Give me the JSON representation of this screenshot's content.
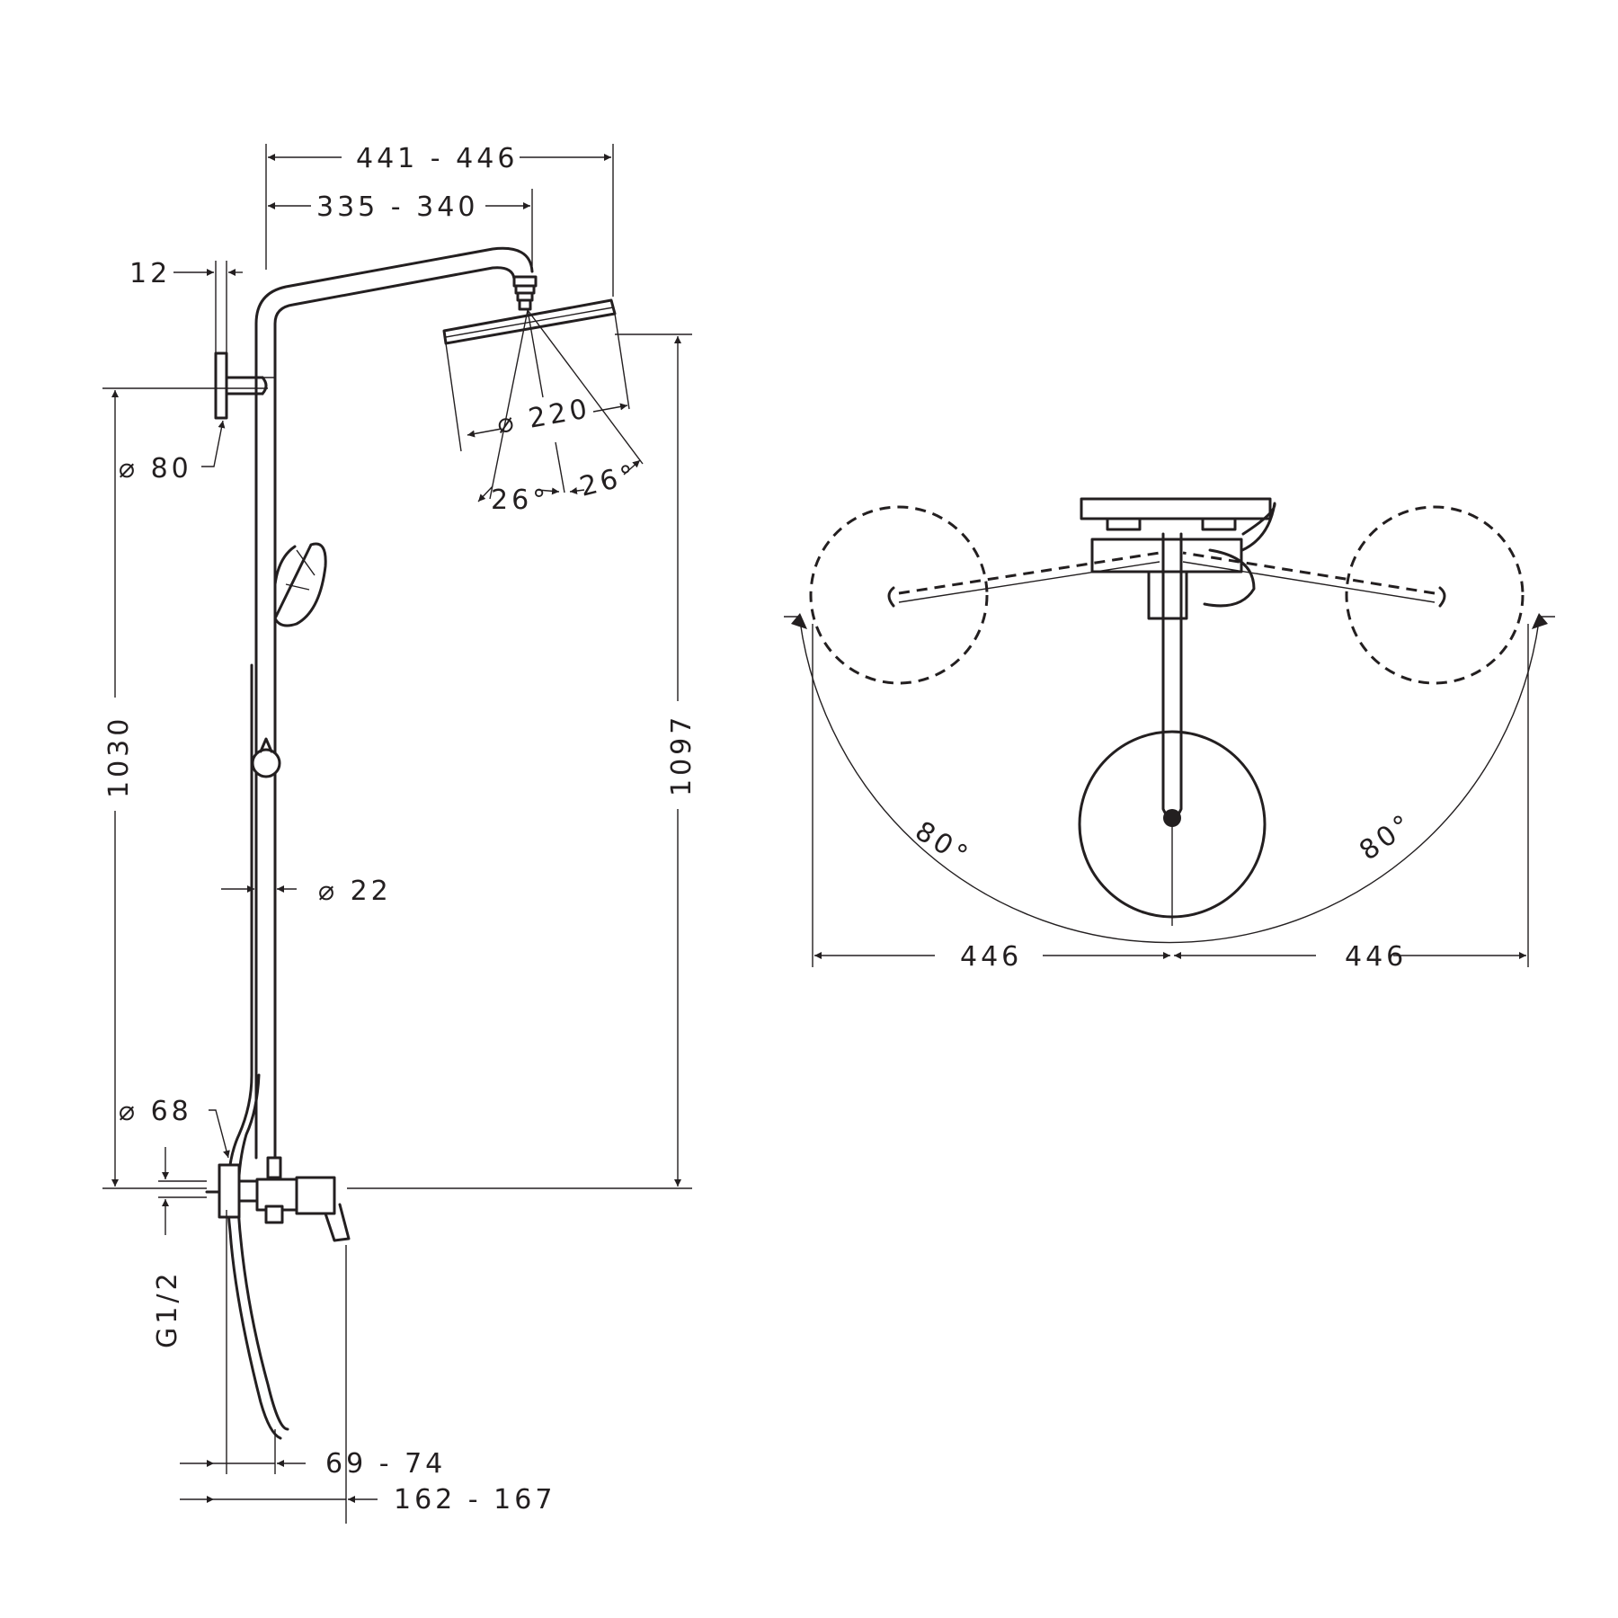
{
  "side_view": {
    "dim_overall_width": "441 - 446",
    "dim_arm_length": "335 - 340",
    "dim_wall_gap": "12",
    "dim_wall_flange": "⌀ 80",
    "dim_head_diameter": "⌀ 220",
    "dim_spray_angle_left": "26°",
    "dim_spray_angle_right": "26°",
    "dim_height_1030": "1030",
    "dim_height_1097": "1097",
    "dim_pipe_diameter": "⌀ 22",
    "dim_mixer_flange": "⌀ 68",
    "dim_thread": "G1/2",
    "dim_projection_short": "69 - 74",
    "dim_projection_long": "162 - 167"
  },
  "top_view": {
    "dim_angle_left": "80°",
    "dim_angle_right": "80°",
    "dim_half_width_left": "446",
    "dim_half_width_right": "446"
  }
}
